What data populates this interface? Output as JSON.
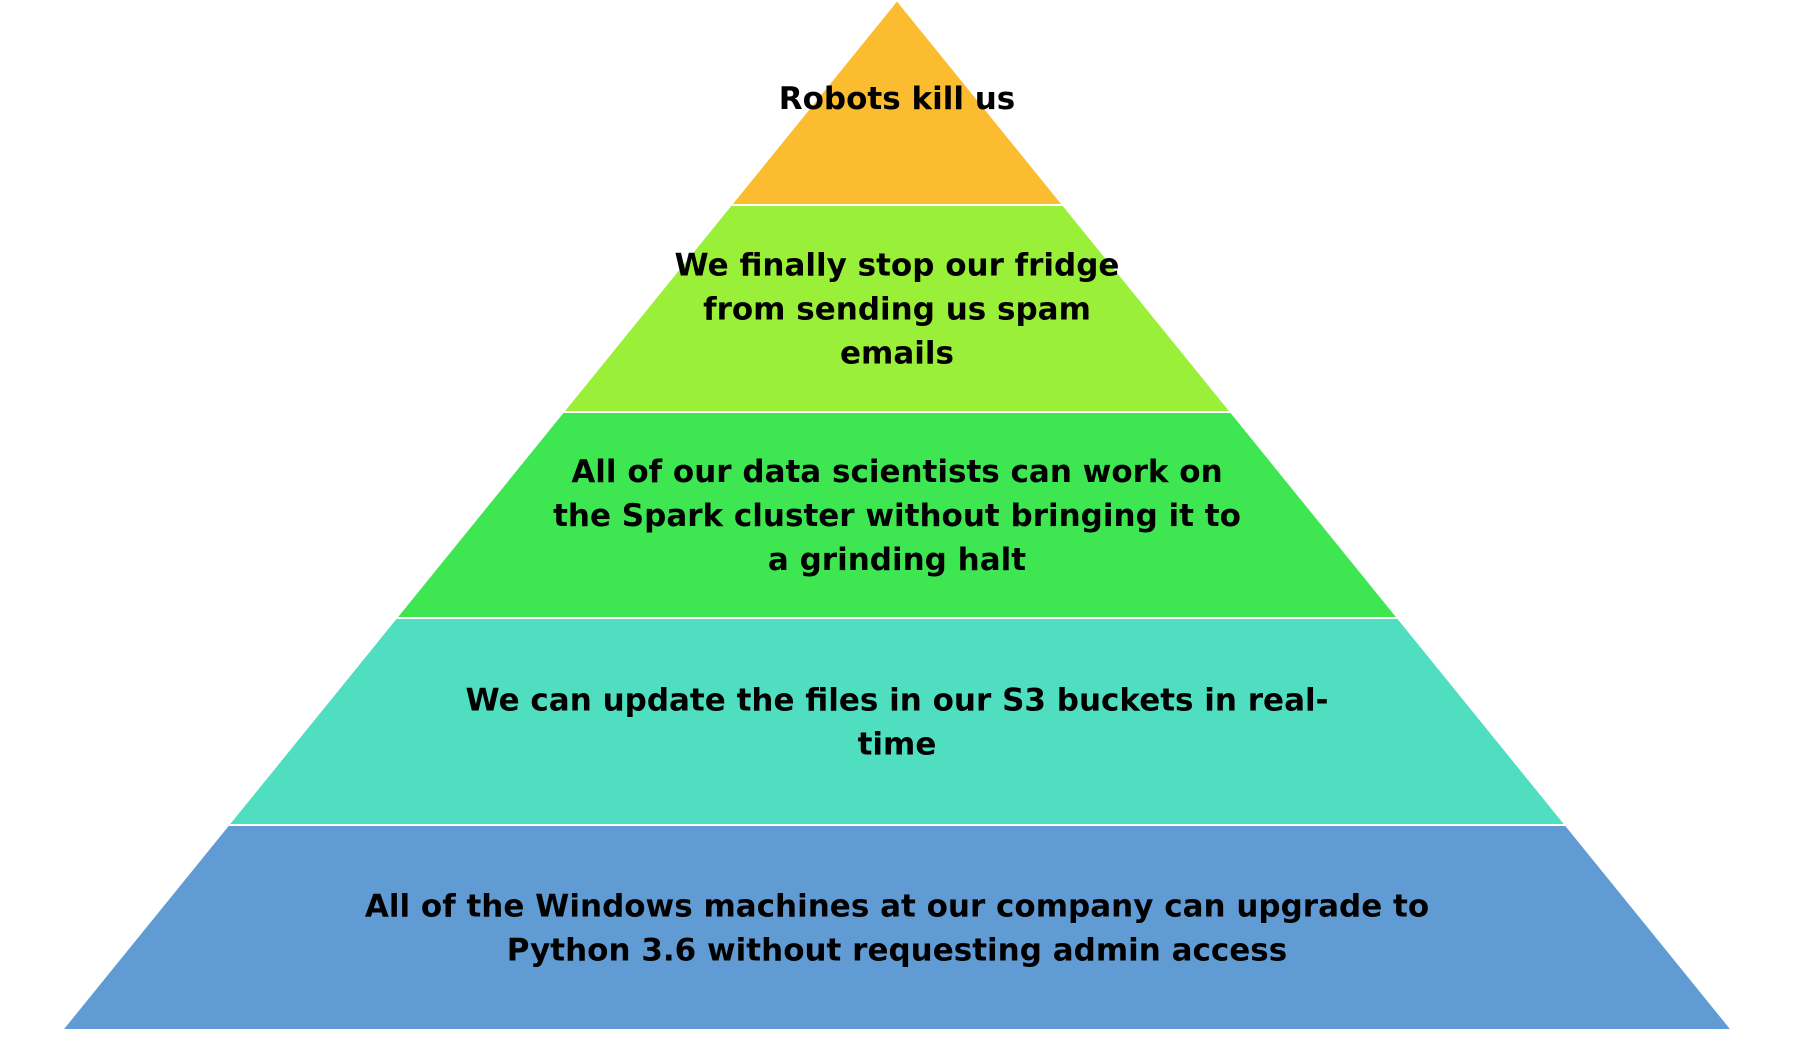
{
  "pyramid": {
    "tiers": [
      {
        "lines": [
          "Robots kill us"
        ],
        "color": "#FBBD2F"
      },
      {
        "lines": [
          "We finally stop our fridge",
          "from sending us spam",
          "emails"
        ],
        "color": "#9AEF38"
      },
      {
        "lines": [
          "All of our data scientists can work on",
          "the Spark cluster without bringing it to",
          "a grinding halt"
        ],
        "color": "#3EE752"
      },
      {
        "lines": [
          "We can update the files in our S3 buckets in real-",
          "time"
        ],
        "color": "#50DEC1"
      },
      {
        "lines": [
          "All of the Windows machines at our company can upgrade to",
          "Python 3.6 without requesting admin access"
        ],
        "color": "#609BD3"
      }
    ]
  }
}
